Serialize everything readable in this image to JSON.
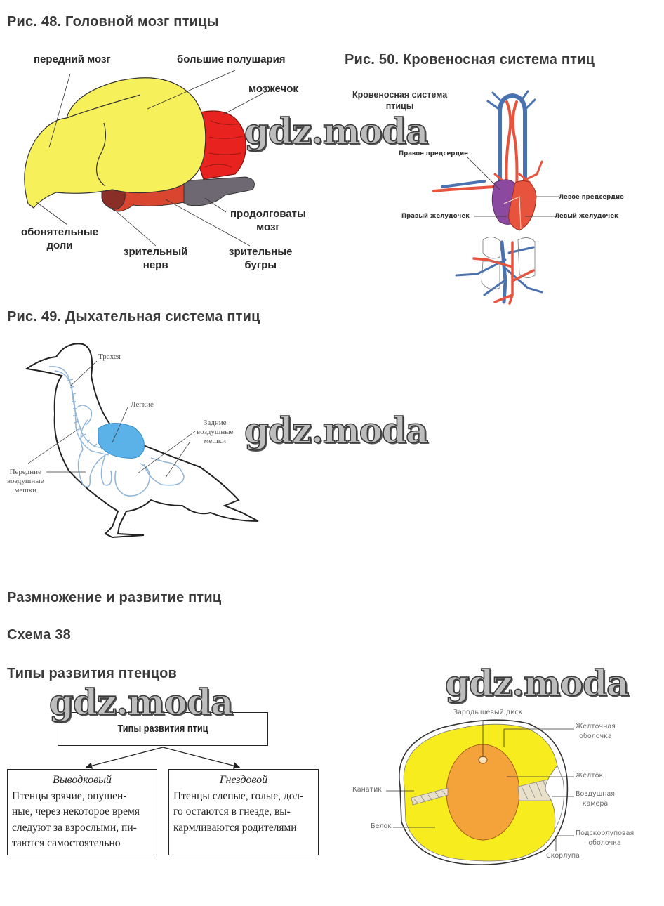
{
  "headings": {
    "fig48": "Рис. 48. Головной мозг птицы",
    "fig50": "Рис. 50. Кровеносная система птиц",
    "fig49": "Рис. 49. Дыхательная система птиц",
    "section": "Размножение и развитие птиц",
    "scheme": "Схема 38",
    "dev_types": "Типы развития птенцов"
  },
  "brain": {
    "labels": {
      "forebrain": "передний мозг",
      "hemispheres": "большие полушария",
      "cerebellum": "мозжечок",
      "olfactory_1": "обонятельные",
      "olfactory_2": "доли",
      "optic_nerve_1": "зрительный",
      "optic_nerve_2": "нерв",
      "optic_lobes_1": "зрительные",
      "optic_lobes_2": "бугры",
      "medulla_1": "продолговаты",
      "medulla_2": "мозг"
    },
    "colors": {
      "hemispheres": "#f6f05a",
      "cerebellum": "#e8221e",
      "midbrain": "#d9452f",
      "medulla": "#6e6872"
    }
  },
  "circulatory": {
    "title_1": "Кровеносная система",
    "title_2": "птицы",
    "labels": {
      "right_atrium": "Правое предсердие",
      "left_atrium": "Левое предсердие",
      "right_ventricle": "Правый желудочек",
      "left_ventricle": "Левый желудочек"
    },
    "colors": {
      "artery": "#e8533e",
      "vein": "#4a72b0",
      "right_heart": "#8b4aa0"
    }
  },
  "respiratory": {
    "labels": {
      "trachea": "Трахея",
      "lungs": "Легкие",
      "rear_sacs_1": "Задние",
      "rear_sacs_2": "воздушные",
      "rear_sacs_3": "мешки",
      "front_sacs_1": "Передние",
      "front_sacs_2": "воздушные",
      "front_sacs_3": "мешки"
    },
    "colors": {
      "lungs": "#5ab2e8",
      "airways": "#8fb4d8"
    }
  },
  "scheme38": {
    "root": "Типы развития птиц",
    "types": [
      {
        "title": "Выводковый",
        "lines": [
          "Птенцы зрячие, опушен-",
          "ные, через некоторое время",
          "следуют за взрослыми, пи-",
          "таются самостоятельно"
        ]
      },
      {
        "title": "Гнездовой",
        "lines": [
          "Птенцы слепые, голые, дол-",
          "го остаются в гнезде, вы-",
          "кармливаются родителями"
        ]
      }
    ]
  },
  "egg": {
    "labels": {
      "germinal_disc": "Зародышевый диск",
      "yolk_membrane_1": "Желточная",
      "yolk_membrane_2": "оболочка",
      "yolk": "Желток",
      "air_chamber_1": "Воздушная",
      "air_chamber_2": "камера",
      "chalaza": "Канатик",
      "albumen": "Белок",
      "shell_membrane_1": "Подскорлуповая",
      "shell_membrane_2": "оболочка",
      "shell": "Скорлупа"
    },
    "colors": {
      "albumen": "#f7ec1e",
      "yolk": "#f4a23a"
    }
  },
  "watermark": "gdz.moda"
}
